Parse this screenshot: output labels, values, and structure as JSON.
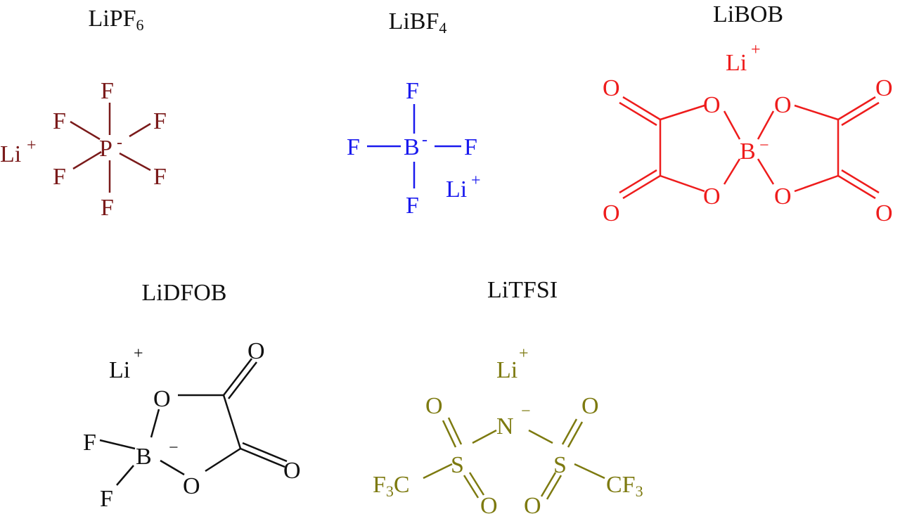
{
  "figure": {
    "colors": {
      "LiPF6": "#7a1a1a",
      "LiBF4": "#1a1aee",
      "LiBOB": "#ee1c1c",
      "LiDFOB": "#111111",
      "LiTFSI": "#7d7a10",
      "title": "#111111"
    },
    "compounds": [
      {
        "id": "LiPF6",
        "name": "LiPF",
        "subscript": "6",
        "atoms": {
          "li": "Li",
          "charge_plus": "+",
          "center": "P",
          "center_charge": "-",
          "f": "F"
        }
      },
      {
        "id": "LiBF4",
        "name": "LiBF",
        "subscript": "4",
        "atoms": {
          "li": "Li",
          "charge_plus": "+",
          "center": "B",
          "center_charge": "-",
          "f": "F"
        }
      },
      {
        "id": "LiBOB",
        "name": "LiBOB",
        "subscript": "",
        "atoms": {
          "li": "Li",
          "charge_plus": "+",
          "center": "B",
          "center_charge": "−",
          "o": "O"
        }
      },
      {
        "id": "LiDFOB",
        "name": "LiDFOB",
        "subscript": "",
        "atoms": {
          "li": "Li",
          "charge_plus": "+",
          "center": "B",
          "center_charge": "−",
          "o": "O",
          "f": "F"
        }
      },
      {
        "id": "LiTFSI",
        "name": "LiTFSI",
        "subscript": "",
        "atoms": {
          "li": "Li",
          "charge_plus": "+",
          "n": "N",
          "n_charge": "−",
          "s": "S",
          "o": "O",
          "cf3_left": "F3C",
          "cf3_right": "CF3"
        }
      }
    ]
  }
}
